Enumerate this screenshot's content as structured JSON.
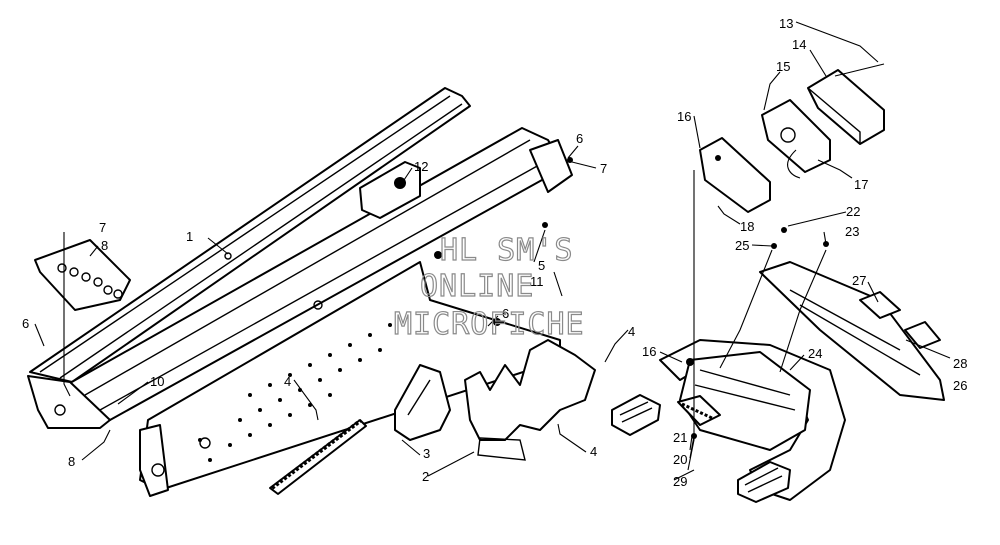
{
  "watermark": {
    "line1": "HL SM'S",
    "line2": "ONLINE",
    "line3": "MICROFICHE"
  },
  "callouts": [
    {
      "id": "13",
      "label": "13"
    },
    {
      "id": "14",
      "label": "14"
    },
    {
      "id": "15",
      "label": "15"
    },
    {
      "id": "16a",
      "label": "16"
    },
    {
      "id": "17",
      "label": "17"
    },
    {
      "id": "18a",
      "label": "18"
    },
    {
      "id": "22",
      "label": "22"
    },
    {
      "id": "23",
      "label": "23"
    },
    {
      "id": "25",
      "label": "25"
    },
    {
      "id": "27",
      "label": "27"
    },
    {
      "id": "28",
      "label": "28"
    },
    {
      "id": "26",
      "label": "26"
    },
    {
      "id": "16b",
      "label": "16"
    },
    {
      "id": "24",
      "label": "24"
    },
    {
      "id": "21",
      "label": "21"
    },
    {
      "id": "20",
      "label": "20"
    },
    {
      "id": "29",
      "label": "29"
    },
    {
      "id": "6a",
      "label": "6"
    },
    {
      "id": "7a",
      "label": "7"
    },
    {
      "id": "12",
      "label": "12"
    },
    {
      "id": "1",
      "label": "1"
    },
    {
      "id": "7b",
      "label": "7"
    },
    {
      "id": "8a",
      "label": "8"
    },
    {
      "id": "6b",
      "label": "6"
    },
    {
      "id": "10",
      "label": "10"
    },
    {
      "id": "8b",
      "label": "8"
    },
    {
      "id": "4a",
      "label": "4"
    },
    {
      "id": "5",
      "label": "5"
    },
    {
      "id": "11",
      "label": "11"
    },
    {
      "id": "6c",
      "label": "6"
    },
    {
      "id": "4b",
      "label": "4"
    },
    {
      "id": "3",
      "label": "3"
    },
    {
      "id": "2",
      "label": "2"
    },
    {
      "id": "4c",
      "label": "4"
    }
  ]
}
